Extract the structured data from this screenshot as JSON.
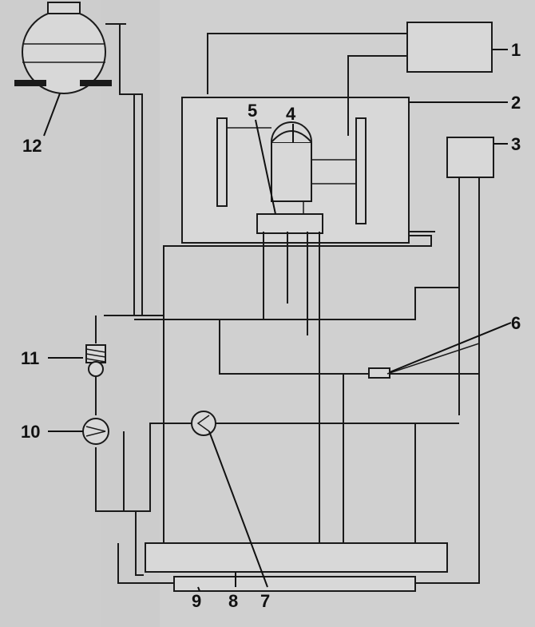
{
  "colors": {
    "background": "#cfcfcf",
    "line": "#1a1a1a",
    "panel": "#d8d8d8"
  },
  "callouts": [
    {
      "id": "1",
      "label": "1"
    },
    {
      "id": "2",
      "label": "2"
    },
    {
      "id": "3",
      "label": "3"
    },
    {
      "id": "4",
      "label": "4"
    },
    {
      "id": "5",
      "label": "5"
    },
    {
      "id": "6",
      "label": "6"
    },
    {
      "id": "7",
      "label": "7"
    },
    {
      "id": "8",
      "label": "8"
    },
    {
      "id": "9",
      "label": "9"
    },
    {
      "id": "10",
      "label": "10"
    },
    {
      "id": "11",
      "label": "11"
    },
    {
      "id": "12",
      "label": "12"
    }
  ]
}
